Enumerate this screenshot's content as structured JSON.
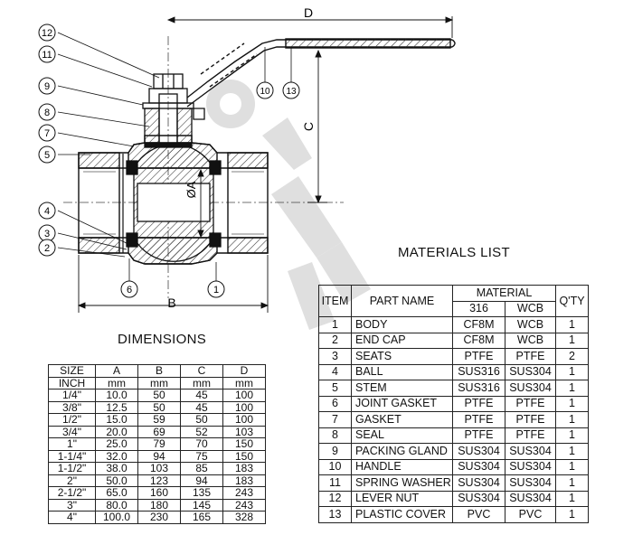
{
  "callouts": [
    "1",
    "2",
    "3",
    "4",
    "5",
    "6",
    "7",
    "8",
    "9",
    "10",
    "11",
    "12",
    "13"
  ],
  "dimension_labels": {
    "a": "ØA",
    "b": "B",
    "c": "C",
    "d": "D"
  },
  "dimensions": {
    "title": "DIMENSIONS",
    "header1": [
      "SIZE",
      "A",
      "B",
      "C",
      "D"
    ],
    "header2": [
      "INCH",
      "mm",
      "mm",
      "mm",
      "mm"
    ],
    "rows": [
      [
        "1/4\"",
        "10.0",
        "50",
        "45",
        "100"
      ],
      [
        "3/8\"",
        "12.5",
        "50",
        "45",
        "100"
      ],
      [
        "1/2\"",
        "15.0",
        "59",
        "50",
        "100"
      ],
      [
        "3/4\"",
        "20.0",
        "69",
        "52",
        "103"
      ],
      [
        "1\"",
        "25.0",
        "79",
        "70",
        "150"
      ],
      [
        "1-1/4\"",
        "32.0",
        "94",
        "75",
        "150"
      ],
      [
        "1-1/2\"",
        "38.0",
        "103",
        "85",
        "183"
      ],
      [
        "2\"",
        "50.0",
        "123",
        "94",
        "183"
      ],
      [
        "2-1/2\"",
        "65.0",
        "160",
        "135",
        "243"
      ],
      [
        "3\"",
        "80.0",
        "180",
        "145",
        "243"
      ],
      [
        "4\"",
        "100.0",
        "230",
        "165",
        "328"
      ]
    ]
  },
  "materials": {
    "title": "MATERIALS LIST",
    "header": {
      "item": "ITEM",
      "part_name": "PART NAME",
      "material": "MATERIAL",
      "qty": "Q'TY",
      "grade_316": "316",
      "grade_wcb": "WCB"
    },
    "rows": [
      [
        "1",
        "BODY",
        "CF8M",
        "WCB",
        "1"
      ],
      [
        "2",
        "END CAP",
        "CF8M",
        "WCB",
        "1"
      ],
      [
        "3",
        "SEATS",
        "PTFE",
        "PTFE",
        "2"
      ],
      [
        "4",
        "BALL",
        "SUS316",
        "SUS304",
        "1"
      ],
      [
        "5",
        "STEM",
        "SUS316",
        "SUS304",
        "1"
      ],
      [
        "6",
        "JOINT GASKET",
        "PTFE",
        "PTFE",
        "1"
      ],
      [
        "7",
        "GASKET",
        "PTFE",
        "PTFE",
        "1"
      ],
      [
        "8",
        "SEAL",
        "PTFE",
        "PTFE",
        "1"
      ],
      [
        "9",
        "PACKING GLAND",
        "SUS304",
        "SUS304",
        "1"
      ],
      [
        "10",
        "HANDLE",
        "SUS304",
        "SUS304",
        "1"
      ],
      [
        "11",
        "SPRING WASHER",
        "SUS304",
        "SUS304",
        "1"
      ],
      [
        "12",
        "LEVER NUT",
        "SUS304",
        "SUS304",
        "1"
      ],
      [
        "13",
        "PLASTIC COVER",
        "PVC",
        "PVC",
        "1"
      ]
    ]
  }
}
